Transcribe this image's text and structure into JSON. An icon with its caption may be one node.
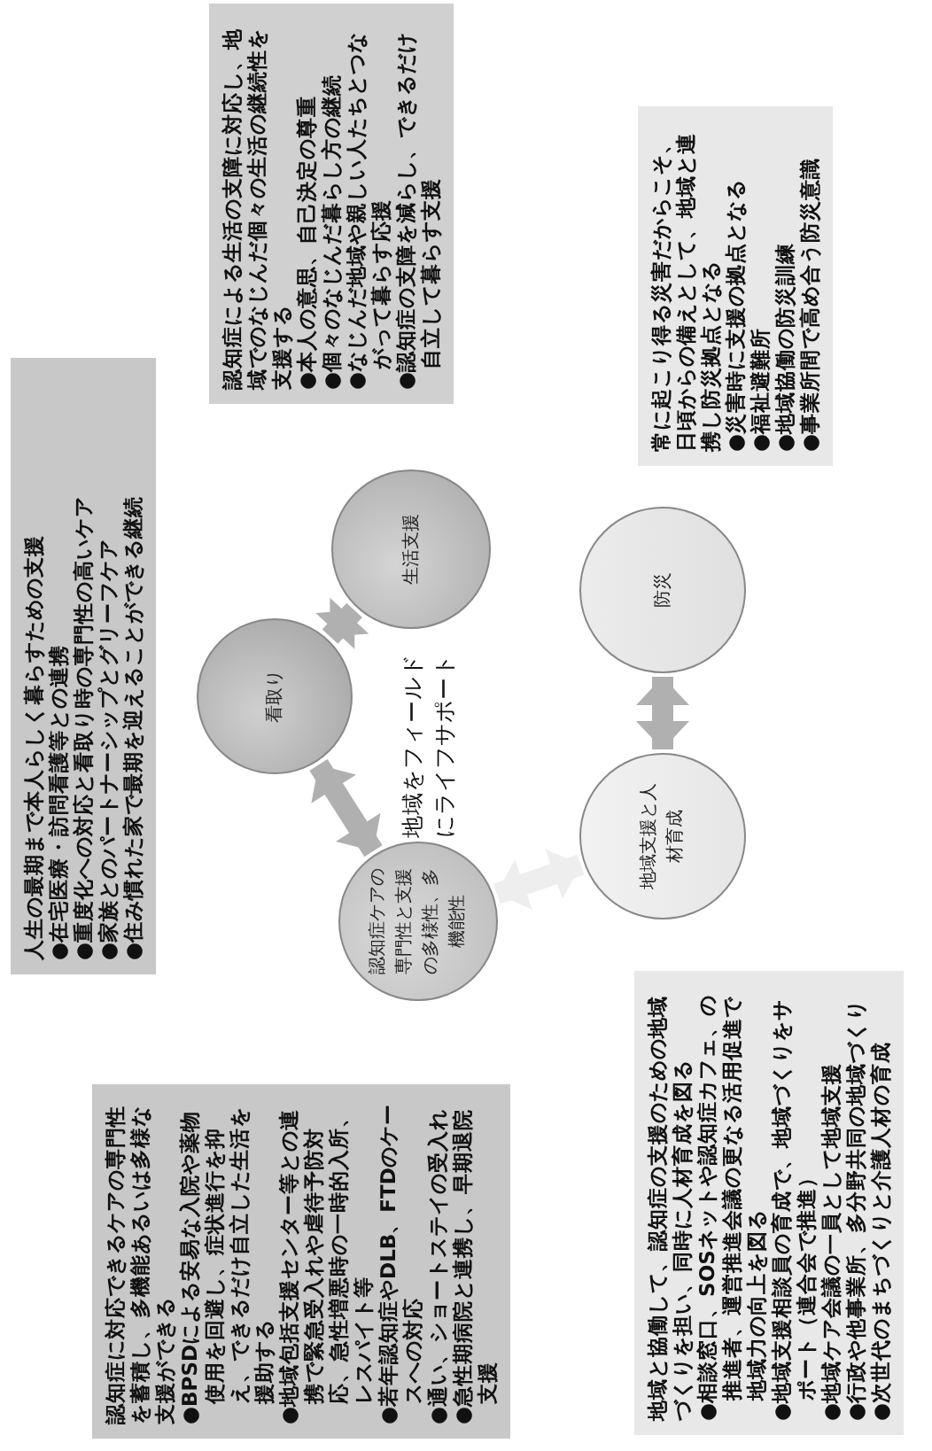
{
  "diagram": {
    "nodes": [
      {
        "text": [
          "認知症による生活の支障に対応し、地域でのなじんだ個々の生活の継続性を支援する",
          "●本人の意思、自己決定の尊重",
          "●個々のなじんだ暮らし方の継続",
          "●なじんだ地域や親しい人たちとつながって暮らす応援",
          "●認知症の支障を減らし、できるだけ自立して暮らす支援"
        ]
      },
      {
        "text": [
          "常に起こり得る災害だからこそ、日頃からの備えとして、地域と連携し防災拠点となる",
          "●災害時に支援の拠点となる",
          "●福祉避難所",
          "●地域協働の防災訓練",
          "●事業所間で高め合う防災意識"
        ]
      },
      {
        "text": [
          "人生の最期まで本人らしく暮らすための支援",
          "●在宅医療・訪問看護等との連携",
          "●重度化への対応と看取り時の専門性の高いケア",
          "●家族とのパートナーシップとグリーフケア",
          "●住み慣れた家で最期を迎えることができる継続"
        ]
      },
      {
        "text": [
          "生活支援"
        ]
      },
      {
        "text": [
          "看取り"
        ]
      },
      {
        "text": [
          "防災"
        ]
      },
      {
        "text": [
          "認知症ケアの専門性と支援の多様性、多機能性"
        ]
      },
      {
        "text": [
          "地域支援と人材育成"
        ]
      },
      {
        "text": [
          "認知症に対応できるケアの専門性を蓄積し、多機能あるいは多様な支援ができる",
          "●BPSDによる安易な入院や薬物使用を回避し、症状進行を抑え、できるだけ自立した生活を援助する",
          "●地域包括支援センター等との連携で緊急受入れや虐待予防対応、急性増悪時の一時的入所、レスパイト等",
          "●若年認知症やDLB、FTDのケースへの対応",
          "●通い、ショートステイの受入れ",
          "●急性期病院と連携し、早期退院支援"
        ]
      },
      {
        "text": [
          "地域と協働して、認知症の支援のための地域づくりを担い、同時に人材育成を図る",
          "●相談窓口、SOSネットや認知症カフェ、の推進者、運営推進会議の更なる活用促進で地域力の向上を図る",
          "●地域支援相談員の育成で、地域づくりをサポート（連合会で推進）",
          "●地域ケア会議の一員として地域支援",
          "●行政や他事業所、多分野共同の地域づくり",
          "●次世代のまちづくりと介護人材の育成"
        ]
      }
    ],
    "edges": [
      {
        "from": 4,
        "to": 3,
        "arrow": "both"
      },
      {
        "from": 4,
        "to": 6,
        "arrow": "both"
      },
      {
        "from": 6,
        "to": 7,
        "arrow": "both",
        "color": "#eeeeee"
      },
      {
        "from": 5,
        "to": 7,
        "arrow": "both"
      }
    ],
    "labels": [
      "地域をフィールドにライフサポート"
    ]
  }
}
